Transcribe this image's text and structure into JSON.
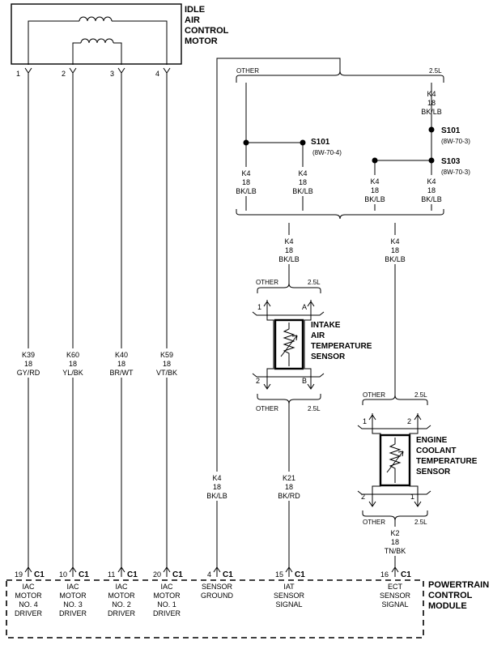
{
  "iac_motor": {
    "title_lines": [
      "IDLE",
      "AIR",
      "CONTROL",
      "MOTOR"
    ],
    "pins": [
      "1",
      "2",
      "3",
      "4"
    ]
  },
  "iac_wires": [
    {
      "circuit": "K39",
      "gauge": "18",
      "color": "GY/RD"
    },
    {
      "circuit": "K60",
      "gauge": "18",
      "color": "YL/BK"
    },
    {
      "circuit": "K40",
      "gauge": "18",
      "color": "BR/WT"
    },
    {
      "circuit": "K59",
      "gauge": "18",
      "color": "VT/BK"
    }
  ],
  "top_bus": {
    "left_label": "OTHER",
    "right_label": "2.5L"
  },
  "top_wire": {
    "circuit": "K4",
    "gauge": "18",
    "color": "BK/LB"
  },
  "splices": [
    {
      "name": "S101",
      "ref": "(8W-70-4)"
    },
    {
      "name": "S101",
      "ref": "(8W-70-3)"
    },
    {
      "name": "S103",
      "ref": "(8W-70-3)"
    }
  ],
  "k4_branches": [
    {
      "circuit": "K4",
      "gauge": "18",
      "color": "BK/LB"
    },
    {
      "circuit": "K4",
      "gauge": "18",
      "color": "BK/LB"
    },
    {
      "circuit": "K4",
      "gauge": "18",
      "color": "BK/LB"
    },
    {
      "circuit": "K4",
      "gauge": "18",
      "color": "BK/LB"
    }
  ],
  "mid_wires": [
    {
      "circuit": "K4",
      "gauge": "18",
      "color": "BK/LB"
    },
    {
      "circuit": "K4",
      "gauge": "18",
      "color": "BK/LB"
    }
  ],
  "iat_sensor": {
    "title_lines": [
      "INTAKE",
      "AIR",
      "TEMPERATURE",
      "SENSOR"
    ],
    "top_other": "OTHER",
    "top_25l": "2.5L",
    "pin_top_left": "1",
    "pin_top_right": "A",
    "pin_bot_left": "2",
    "pin_bot_right": "B",
    "bot_other": "OTHER",
    "bot_25l": "2.5L"
  },
  "ect_sensor": {
    "title_lines": [
      "ENGINE",
      "COOLANT",
      "TEMPERATURE",
      "SENSOR"
    ],
    "top_other": "OTHER",
    "top_25l": "2.5L",
    "pin_top_left": "1",
    "pin_top_right": "2",
    "pin_bot_left": "2",
    "pin_bot_right": "1",
    "bot_other": "OTHER",
    "bot_25l": "2.5L"
  },
  "ground_wire": {
    "circuit": "K4",
    "gauge": "18",
    "color": "BK/LB"
  },
  "iat_signal_wire": {
    "circuit": "K21",
    "gauge": "18",
    "color": "BK/RD"
  },
  "ect_signal_wire": {
    "circuit": "K2",
    "gauge": "18",
    "color": "TN/BK"
  },
  "pcm": {
    "title_lines": [
      "POWERTRAIN",
      "CONTROL",
      "MODULE"
    ],
    "connector": "C1",
    "pins": [
      {
        "num": "19",
        "lines": [
          "IAC",
          "MOTOR",
          "NO. 4",
          "DRIVER"
        ]
      },
      {
        "num": "10",
        "lines": [
          "IAC",
          "MOTOR",
          "NO. 3",
          "DRIVER"
        ]
      },
      {
        "num": "11",
        "lines": [
          "IAC",
          "MOTOR",
          "NO. 2",
          "DRIVER"
        ]
      },
      {
        "num": "20",
        "lines": [
          "IAC",
          "MOTOR",
          "NO. 1",
          "DRIVER"
        ]
      },
      {
        "num": "4",
        "lines": [
          "SENSOR",
          "GROUND"
        ]
      },
      {
        "num": "15",
        "lines": [
          "IAT",
          "SENSOR",
          "SIGNAL"
        ]
      },
      {
        "num": "16",
        "lines": [
          "ECT",
          "SENSOR",
          "SIGNAL"
        ]
      }
    ]
  }
}
